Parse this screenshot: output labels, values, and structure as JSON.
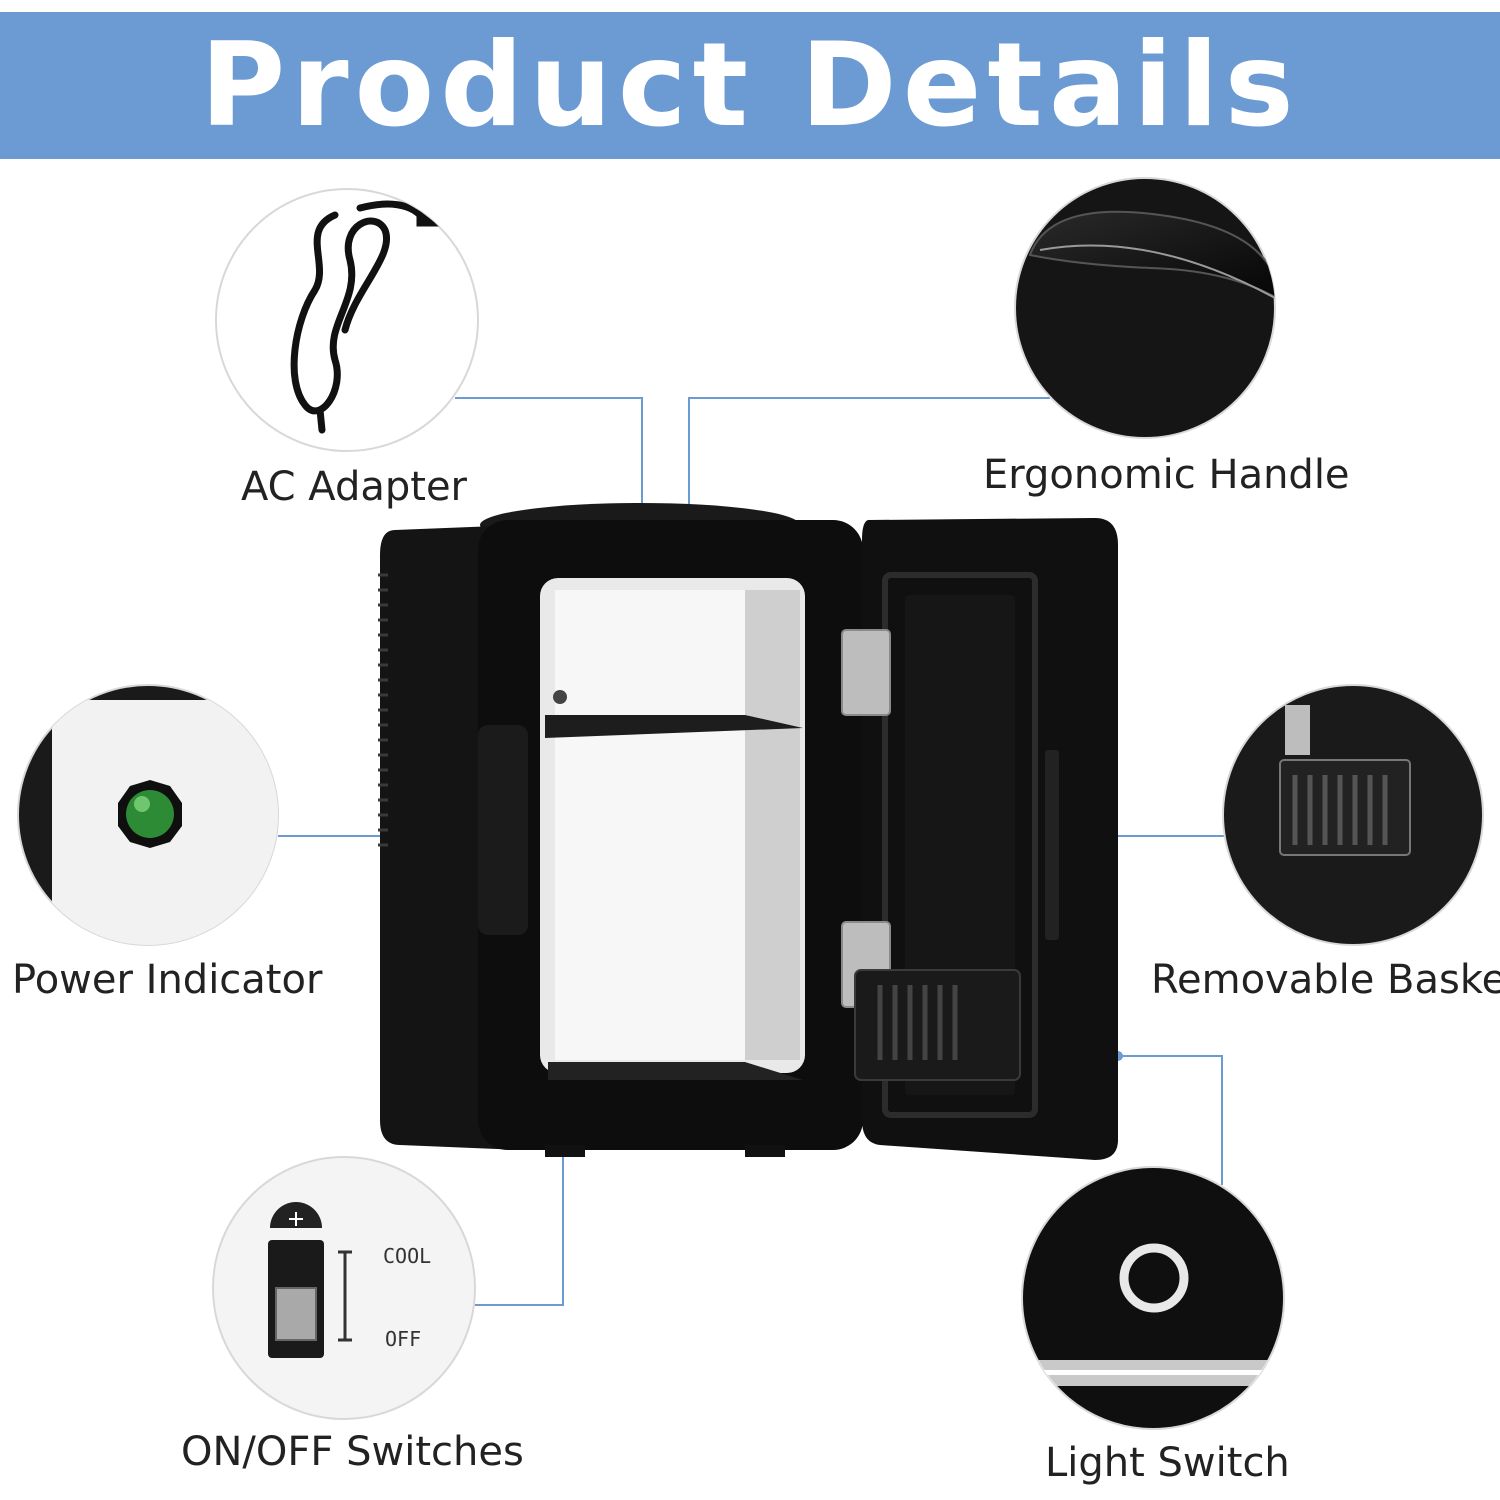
{
  "banner": {
    "title": "Product Details",
    "color": "#6b9bd2"
  },
  "accent_color": "#6b9bd2",
  "callouts": {
    "ac_adapter": "AC Adapter",
    "ergonomic_handle": "Ergonomic Handle",
    "power_indicator": "Power Indicator",
    "removable_basket": "Removable Basket",
    "on_off_switches": "ON/OFF Switches",
    "light_switch": "Light Switch"
  },
  "switch_panel": {
    "cool_label": "COOL",
    "off_label": "OFF"
  },
  "icons": [
    "power-cord-icon",
    "handle-icon",
    "green-indicator-icon",
    "basket-icon",
    "rocker-switch-icon",
    "snowflake-icon",
    "touch-circle-icon"
  ]
}
